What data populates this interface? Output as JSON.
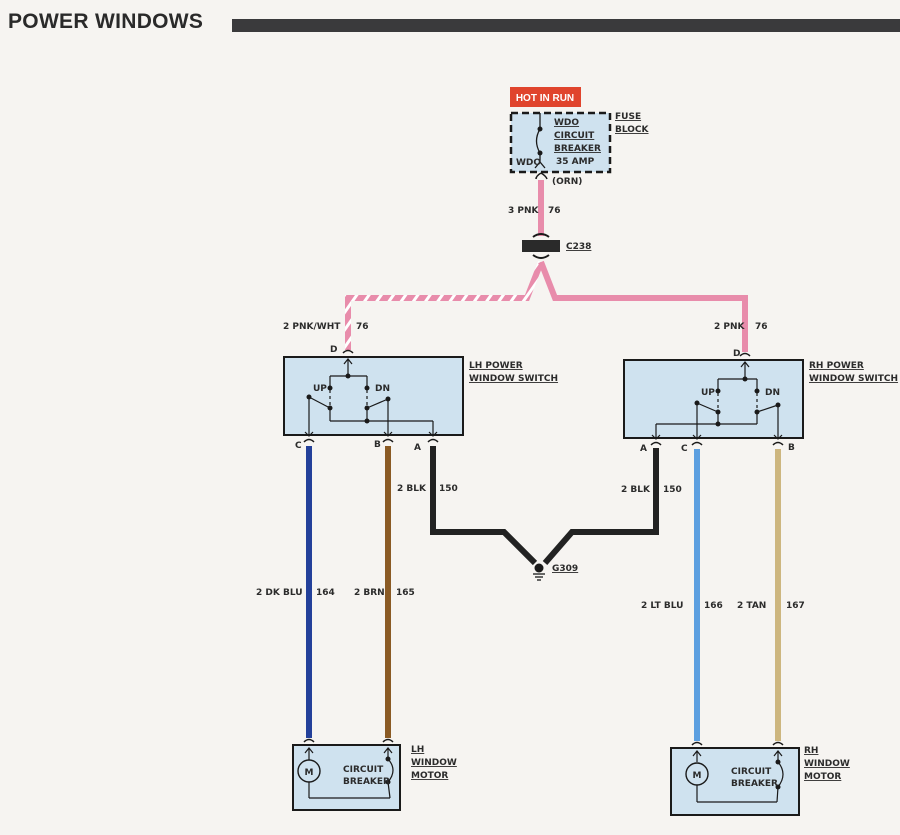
{
  "title": "POWER WINDOWS",
  "colors": {
    "component_fill": "#cfe2ef",
    "hot_badge": "#e0442d",
    "wire_pnk": "#e88cab",
    "wire_blk": "#222222",
    "wire_dk_blu": "#23409a",
    "wire_brn": "#8a5a24",
    "wire_lt_blu": "#5c9fe0",
    "wire_tan": "#cdb67f"
  },
  "fuse": {
    "hot_label": "HOT IN RUN",
    "name_lines": [
      "WDO",
      "CIRCUIT",
      "BREAKER"
    ],
    "terminal": "WDO",
    "rating": "35 AMP",
    "location_lines": [
      "FUSE",
      "BLOCK"
    ],
    "output_color": "(ORN)"
  },
  "connector": {
    "id": "C238"
  },
  "ground": {
    "id": "G309"
  },
  "wires": {
    "feed": {
      "gauge_color": "3 PNK",
      "circuit": "76"
    },
    "lh_feed": {
      "gauge_color": "2 PNK/WHT",
      "circuit": "76"
    },
    "rh_feed": {
      "gauge_color": "2 PNK",
      "circuit": "76"
    },
    "lh_ground": {
      "gauge_color": "2 BLK",
      "circuit": "150"
    },
    "rh_ground": {
      "gauge_color": "2 BLK",
      "circuit": "150"
    },
    "lh_up": {
      "gauge_color": "2 DK BLU",
      "circuit": "164"
    },
    "lh_down": {
      "gauge_color": "2 BRN",
      "circuit": "165"
    },
    "rh_up": {
      "gauge_color": "2 LT BLU",
      "circuit": "166"
    },
    "rh_down": {
      "gauge_color": "2 TAN",
      "circuit": "167"
    }
  },
  "lh_switch": {
    "name_lines": [
      "LH POWER",
      "WINDOW SWITCH"
    ],
    "pins": {
      "d": "D",
      "c": "C",
      "b": "B",
      "a": "A"
    },
    "up": "UP",
    "dn": "DN"
  },
  "rh_switch": {
    "name_lines": [
      "RH POWER",
      "WINDOW SWITCH"
    ],
    "pins": {
      "d": "D",
      "a": "A",
      "c": "C",
      "b": "B"
    },
    "up": "UP",
    "dn": "DN"
  },
  "lh_motor": {
    "name_lines": [
      "LH",
      "WINDOW",
      "MOTOR"
    ],
    "breaker_lines": [
      "CIRCUIT",
      "BREAKER"
    ],
    "motor_symbol": "M"
  },
  "rh_motor": {
    "name_lines": [
      "RH",
      "WINDOW",
      "MOTOR"
    ],
    "breaker_lines": [
      "CIRCUIT",
      "BREAKER"
    ],
    "motor_symbol": "M"
  }
}
